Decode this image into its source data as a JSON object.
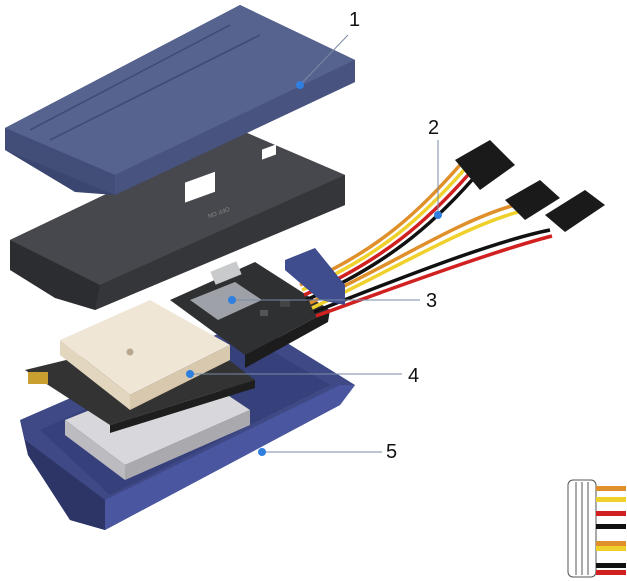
{
  "callouts": [
    {
      "label": "1",
      "part": "top-cover"
    },
    {
      "label": "2",
      "part": "wire-harness"
    },
    {
      "label": "3",
      "part": "main-board"
    },
    {
      "label": "4",
      "part": "gps-antenna-board"
    },
    {
      "label": "5",
      "part": "bottom-case"
    }
  ],
  "switch_label": "OFF ON",
  "colors": {
    "cover": "#4c5a86",
    "housing": "#3a3b3f",
    "pcb": "#2b2c2e",
    "callout_dot": "#2f7fe0",
    "wire_orange": "#e0902a",
    "wire_yellow": "#f0d02a",
    "wire_red": "#d02020",
    "wire_black": "#111111"
  },
  "wire_legend": [
    "orange",
    "yellow",
    "red",
    "black",
    "orange",
    "yellow",
    "black",
    "red"
  ]
}
